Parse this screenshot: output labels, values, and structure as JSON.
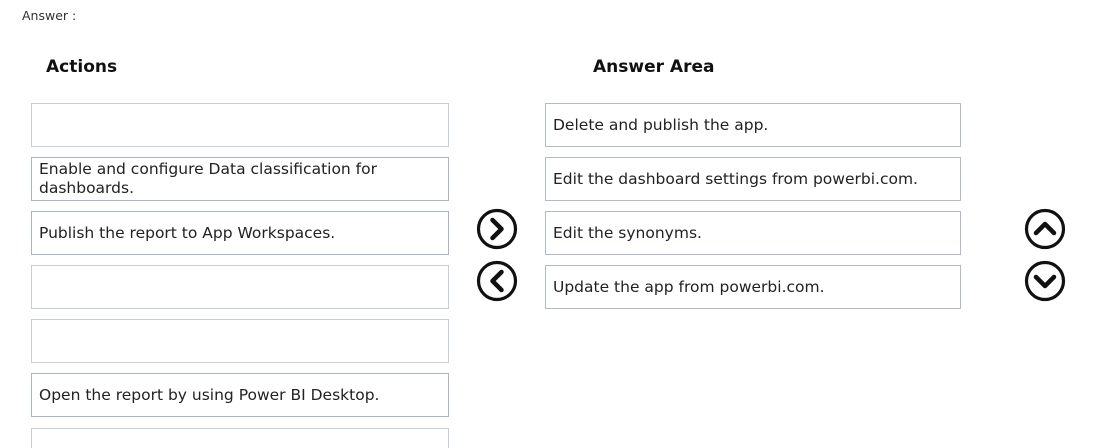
{
  "page_label": "Answer :",
  "actions": {
    "heading": "Actions",
    "items": [
      "",
      "Enable and configure Data classification for dashboards.",
      "Publish the report to App Workspaces.",
      "",
      "",
      "Open the report by using Power BI Desktop.",
      ""
    ]
  },
  "answer_area": {
    "heading": "Answer Area",
    "items": [
      "Delete and publish the app.",
      "Edit the dashboard settings from powerbi.com.",
      "Edit the synonyms.",
      "Update the app from powerbi.com."
    ]
  },
  "controls": {
    "move_right_icon": "chevron-right-circle",
    "move_left_icon": "chevron-left-circle",
    "move_up_icon": "chevron-up-circle",
    "move_down_icon": "chevron-down-circle"
  }
}
